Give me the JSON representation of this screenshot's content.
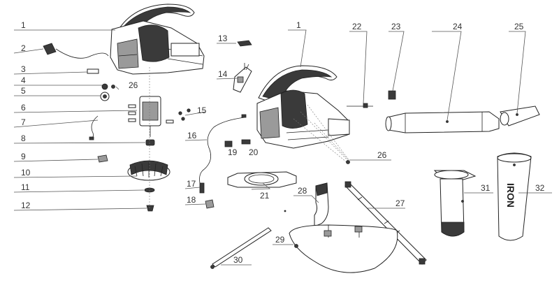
{
  "callouts": [
    {
      "id": "c1a",
      "text": "1"
    },
    {
      "id": "c2",
      "text": "2"
    },
    {
      "id": "c3",
      "text": "3"
    },
    {
      "id": "c4",
      "text": "4"
    },
    {
      "id": "c5",
      "text": "5"
    },
    {
      "id": "c6",
      "text": "6"
    },
    {
      "id": "c7",
      "text": "7"
    },
    {
      "id": "c8",
      "text": "8"
    },
    {
      "id": "c9",
      "text": "9"
    },
    {
      "id": "c10",
      "text": "10"
    },
    {
      "id": "c11",
      "text": "11"
    },
    {
      "id": "c12",
      "text": "12"
    },
    {
      "id": "c13",
      "text": "13"
    },
    {
      "id": "c14",
      "text": "14"
    },
    {
      "id": "c15",
      "text": "15"
    },
    {
      "id": "c16",
      "text": "16"
    },
    {
      "id": "c17",
      "text": "17"
    },
    {
      "id": "c18",
      "text": "18"
    },
    {
      "id": "c19",
      "text": "19"
    },
    {
      "id": "c20",
      "text": "20"
    },
    {
      "id": "c21",
      "text": "21"
    },
    {
      "id": "c1b",
      "text": "1"
    },
    {
      "id": "c22",
      "text": "22"
    },
    {
      "id": "c23",
      "text": "23"
    },
    {
      "id": "c24",
      "text": "24"
    },
    {
      "id": "c25",
      "text": "25"
    },
    {
      "id": "c26a",
      "text": "26"
    },
    {
      "id": "c26b",
      "text": "26"
    },
    {
      "id": "c27",
      "text": "27"
    },
    {
      "id": "c28",
      "text": "28"
    },
    {
      "id": "c29",
      "text": "29"
    },
    {
      "id": "c30",
      "text": "30"
    },
    {
      "id": "c31",
      "text": "31"
    },
    {
      "id": "c32",
      "text": "32"
    }
  ],
  "tube_logo": "IRON"
}
